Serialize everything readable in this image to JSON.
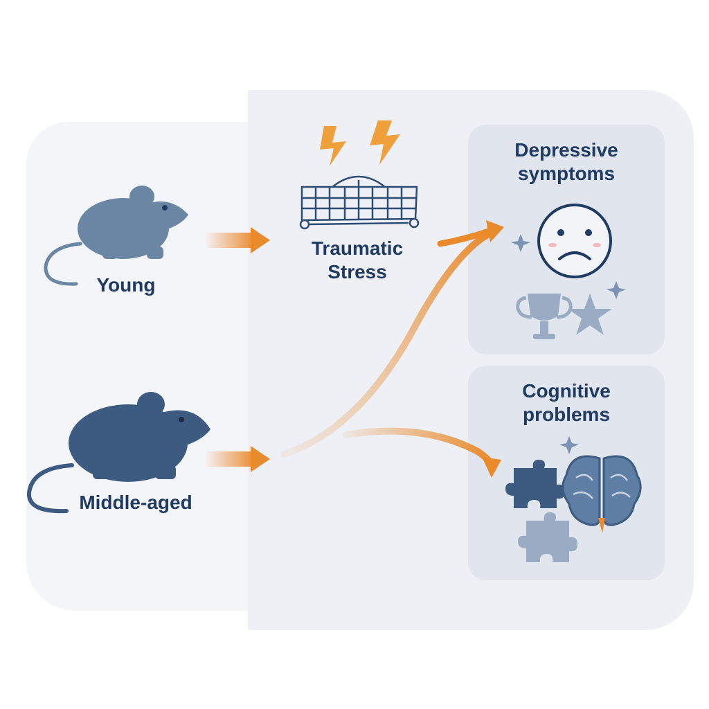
{
  "groups": {
    "young": {
      "label": "Young"
    },
    "middle_aged": {
      "label": "Middle-aged"
    }
  },
  "stressor": {
    "label_line1": "Traumatic",
    "label_line2": "Stress"
  },
  "outcomes": {
    "depressive": {
      "label_line1": "Depressive",
      "label_line2": "symptoms"
    },
    "cognitive": {
      "label_line1": "Cognitive",
      "label_line2": "problems"
    }
  },
  "colors": {
    "text": "#1f3b63",
    "arrow": "#e98a2b",
    "mouse_young": "#6a86a3",
    "mouse_middle": "#3d5a80",
    "icon_light": "#9aabc4",
    "icon_mid": "#5f7ea3"
  },
  "icons": [
    "mouse-young-icon",
    "mouse-middle-aged-icon",
    "lightning-icon",
    "cage-grid-icon",
    "sad-face-icon",
    "trophy-icon",
    "star-icon",
    "puzzle-icon",
    "brain-icon"
  ]
}
